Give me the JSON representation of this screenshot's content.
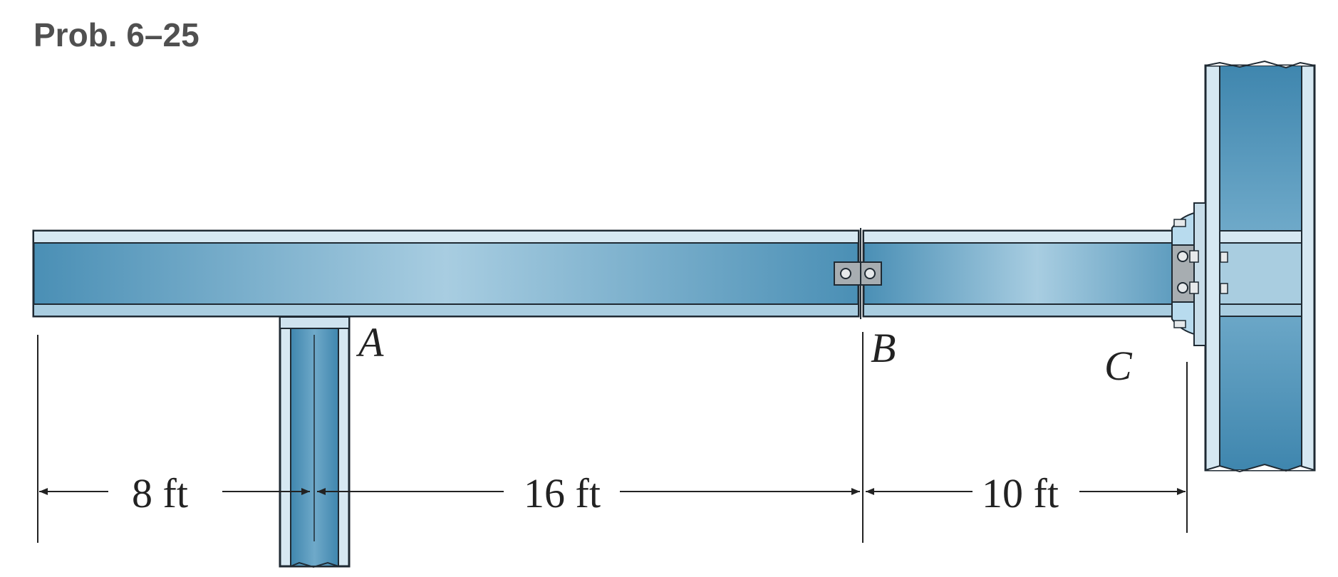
{
  "figure": {
    "title": "Prob. 6–25",
    "points": {
      "a": "A",
      "b": "B",
      "c": "C"
    },
    "dimensions": {
      "d1": "8 ft",
      "d2": "16 ft",
      "d3": "10 ft"
    }
  },
  "colors": {
    "steel_dark": "#4b8fb3",
    "steel_light": "#a9cde0",
    "flange": "#cfe3ef",
    "outline": "#1f2a33",
    "plate": "#9aa3a8"
  }
}
